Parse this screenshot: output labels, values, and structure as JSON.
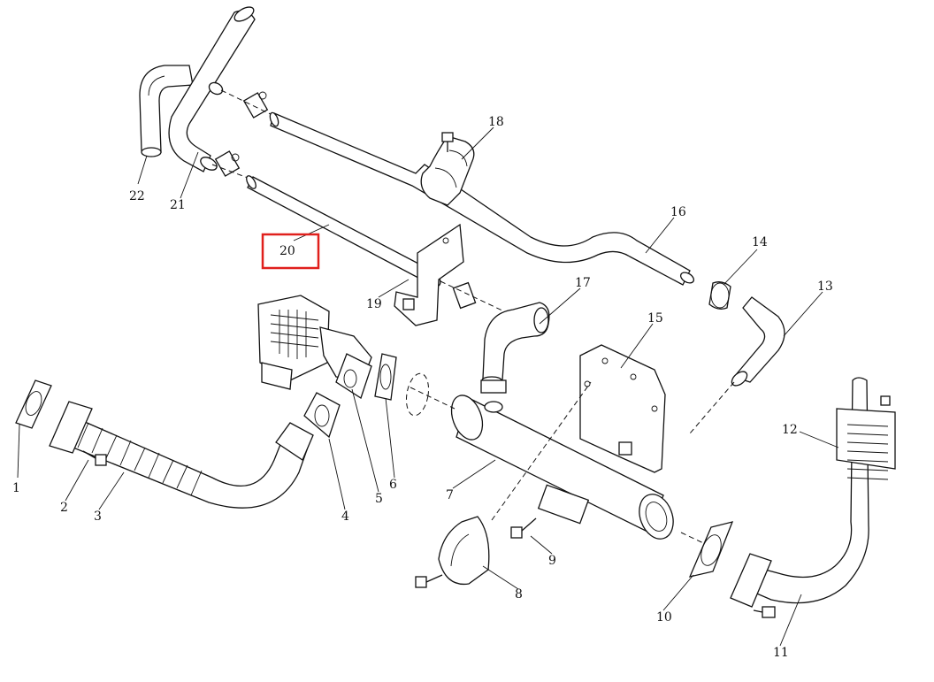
{
  "parts": [
    {
      "id": "p1",
      "label": "1"
    },
    {
      "id": "p2",
      "label": "2"
    },
    {
      "id": "p3",
      "label": "3"
    },
    {
      "id": "p4",
      "label": "4"
    },
    {
      "id": "p5",
      "label": "5"
    },
    {
      "id": "p6",
      "label": "6"
    },
    {
      "id": "p7",
      "label": "7"
    },
    {
      "id": "p8",
      "label": "8"
    },
    {
      "id": "p9",
      "label": "9"
    },
    {
      "id": "p10",
      "label": "10"
    },
    {
      "id": "p11",
      "label": "11"
    },
    {
      "id": "p12",
      "label": "12"
    },
    {
      "id": "p13",
      "label": "13"
    },
    {
      "id": "p14",
      "label": "14"
    },
    {
      "id": "p15",
      "label": "15"
    },
    {
      "id": "p16",
      "label": "16"
    },
    {
      "id": "p17",
      "label": "17"
    },
    {
      "id": "p18",
      "label": "18"
    },
    {
      "id": "p19",
      "label": "19"
    },
    {
      "id": "p20",
      "label": "20"
    },
    {
      "id": "p21",
      "label": "21"
    },
    {
      "id": "p22",
      "label": "22"
    }
  ],
  "highlight": {
    "part": "20",
    "color": "#e0201c"
  }
}
